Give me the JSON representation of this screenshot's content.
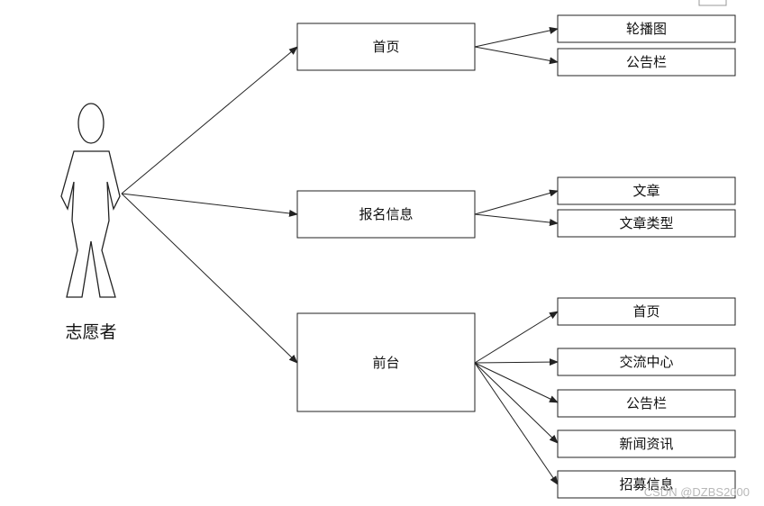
{
  "actor": {
    "label": "志愿者"
  },
  "modules": [
    {
      "id": "homepage",
      "label": "首页",
      "children": [
        "轮播图",
        "公告栏"
      ]
    },
    {
      "id": "signup",
      "label": "报名信息",
      "children": [
        "文章",
        "文章类型"
      ]
    },
    {
      "id": "frontend",
      "label": "前台",
      "children": [
        "首页",
        "交流中心",
        "公告栏",
        "新闻资讯",
        "招募信息"
      ]
    }
  ],
  "watermark": "CSDN @DZBS2000",
  "colors": {
    "stroke": "#222222",
    "text": "#111111",
    "watermark": "#b8b8b8"
  }
}
